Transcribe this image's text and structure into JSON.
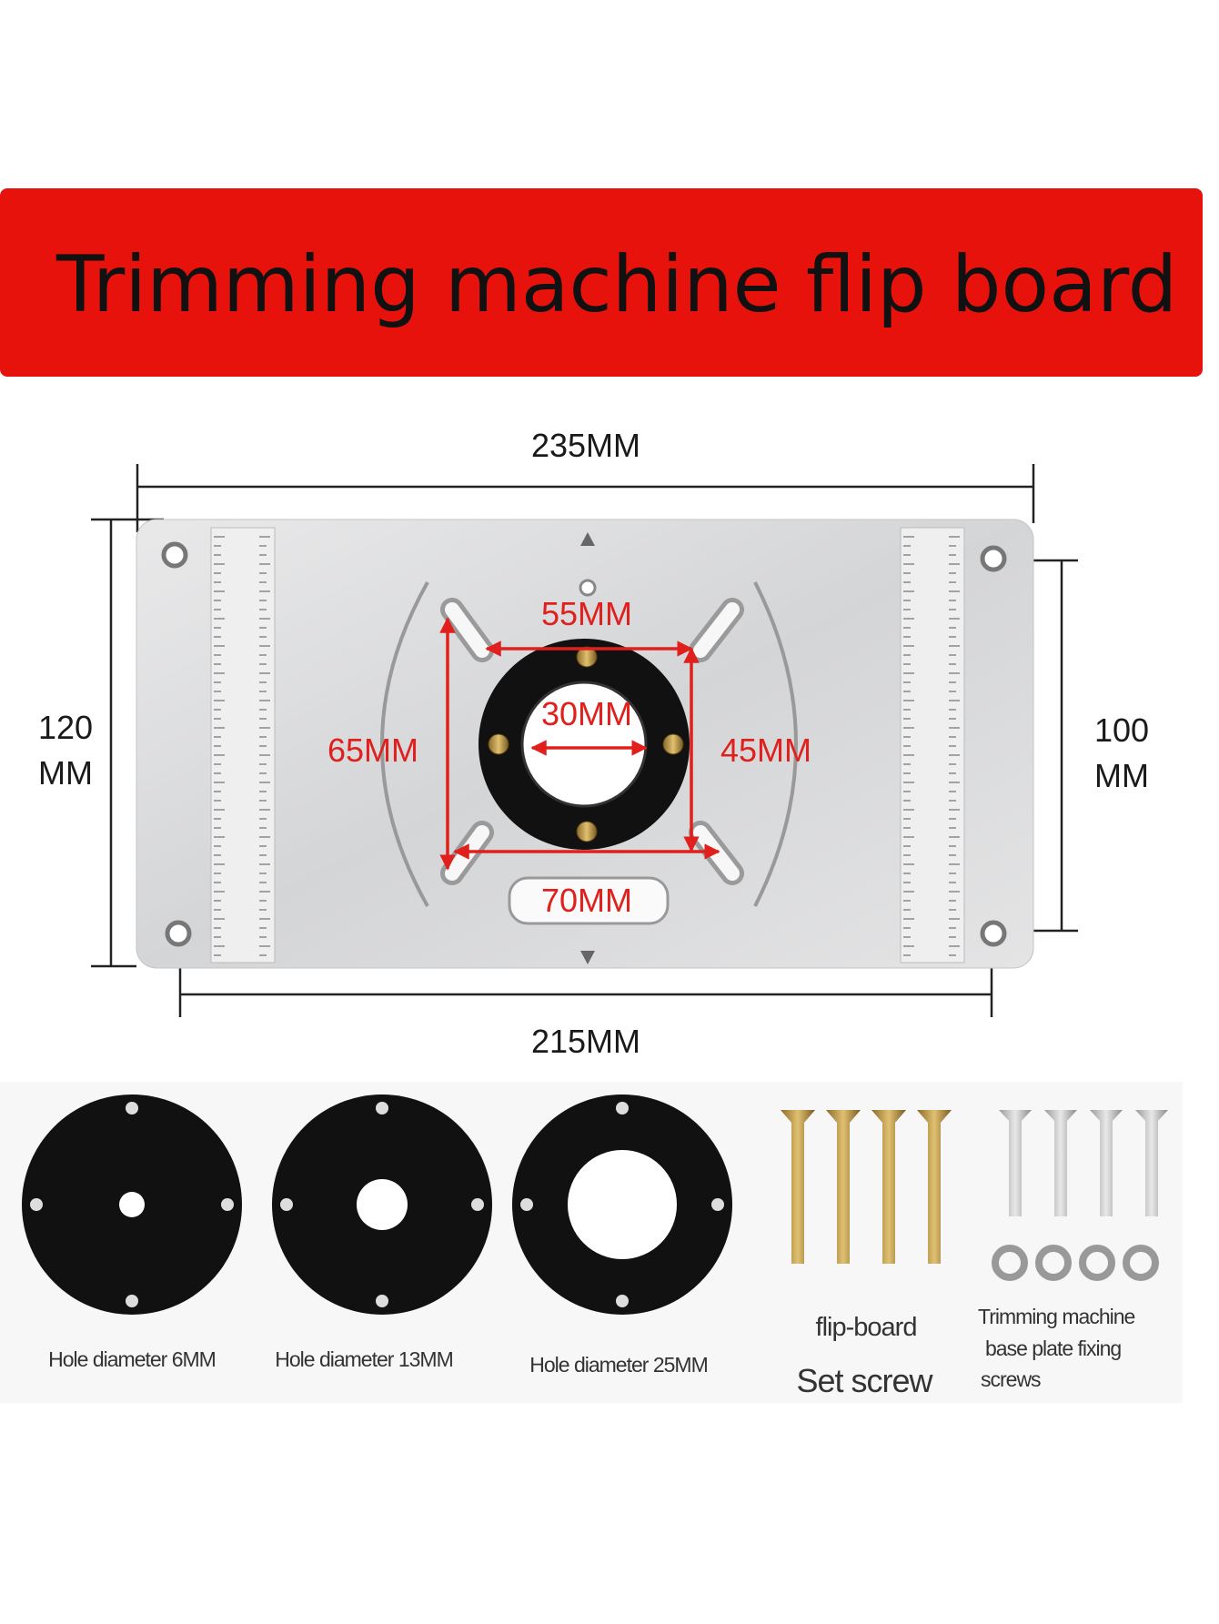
{
  "banner": {
    "title": "Trimming machine flip board",
    "color": "#e8120c"
  },
  "dimensions": {
    "top_width": "235MM",
    "bottom_width": "215MM",
    "left_height_value": "120",
    "left_height_unit": "MM",
    "right_height_value": "100",
    "right_height_unit": "MM",
    "slot_top": "55MM",
    "slot_left": "65MM",
    "slot_right": "45MM",
    "slot_bottom": "70MM",
    "ring_inner": "30MM",
    "annotation_color": "#e0201c"
  },
  "accessories": [
    {
      "label": "Hole diameter 6MM"
    },
    {
      "label": "Hole diameter 13MM"
    },
    {
      "label": "Hole diameter 25MM"
    },
    {
      "label_line1": "flip-board",
      "label_line2": "Set screw"
    },
    {
      "label_line1": "Trimming machine",
      "label_line2": "base plate fixing",
      "label_line3": "screws"
    }
  ]
}
